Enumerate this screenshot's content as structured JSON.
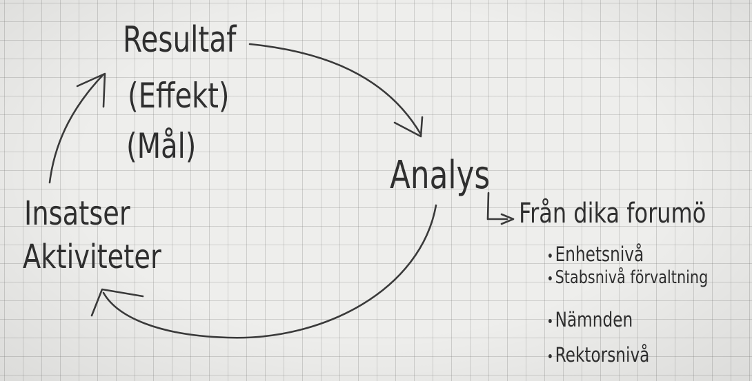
{
  "nodes": {
    "resultat": "Resultaf",
    "effekt": "(Effekt)",
    "mal": "(Mål)",
    "analys": "Analys",
    "insatser": "Insatser",
    "aktiviteter": "Aktiviteter",
    "fran": "Från dika forumö"
  },
  "levels": [
    "Enhetsnivå",
    "Stabsnivå förvaltning",
    "Nämnden",
    "Rektorsnivå"
  ],
  "colors": {
    "ink": "#2f2f2f",
    "paper": "#eeeeec",
    "grid": "#8a8a8a"
  }
}
